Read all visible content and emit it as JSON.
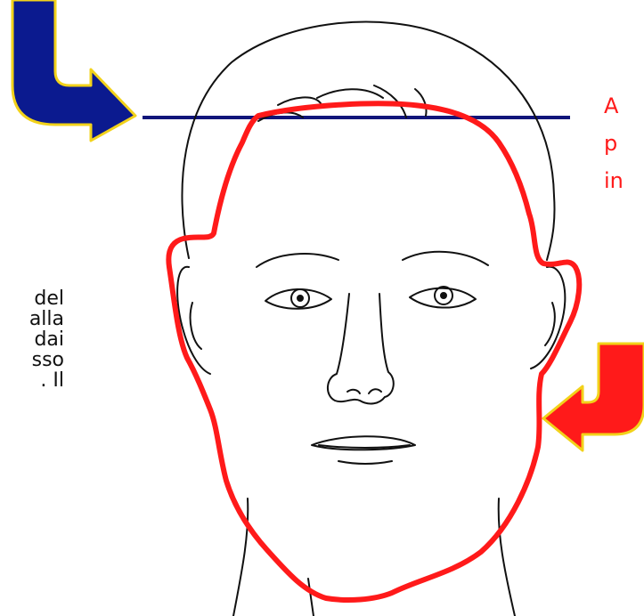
{
  "colors": {
    "outline_red": "#ff1a1a",
    "arrow_blue": "#0b1a8f",
    "arrow_edge_yellow": "#f2d21a",
    "guide_line_blue": "#10157a",
    "sketch_black": "#111111"
  },
  "left_text_fragments": [
    "del",
    "alla",
    "dai",
    "sso",
    ". Il"
  ],
  "right_text_fragments": [
    "A",
    "p",
    "in"
  ]
}
